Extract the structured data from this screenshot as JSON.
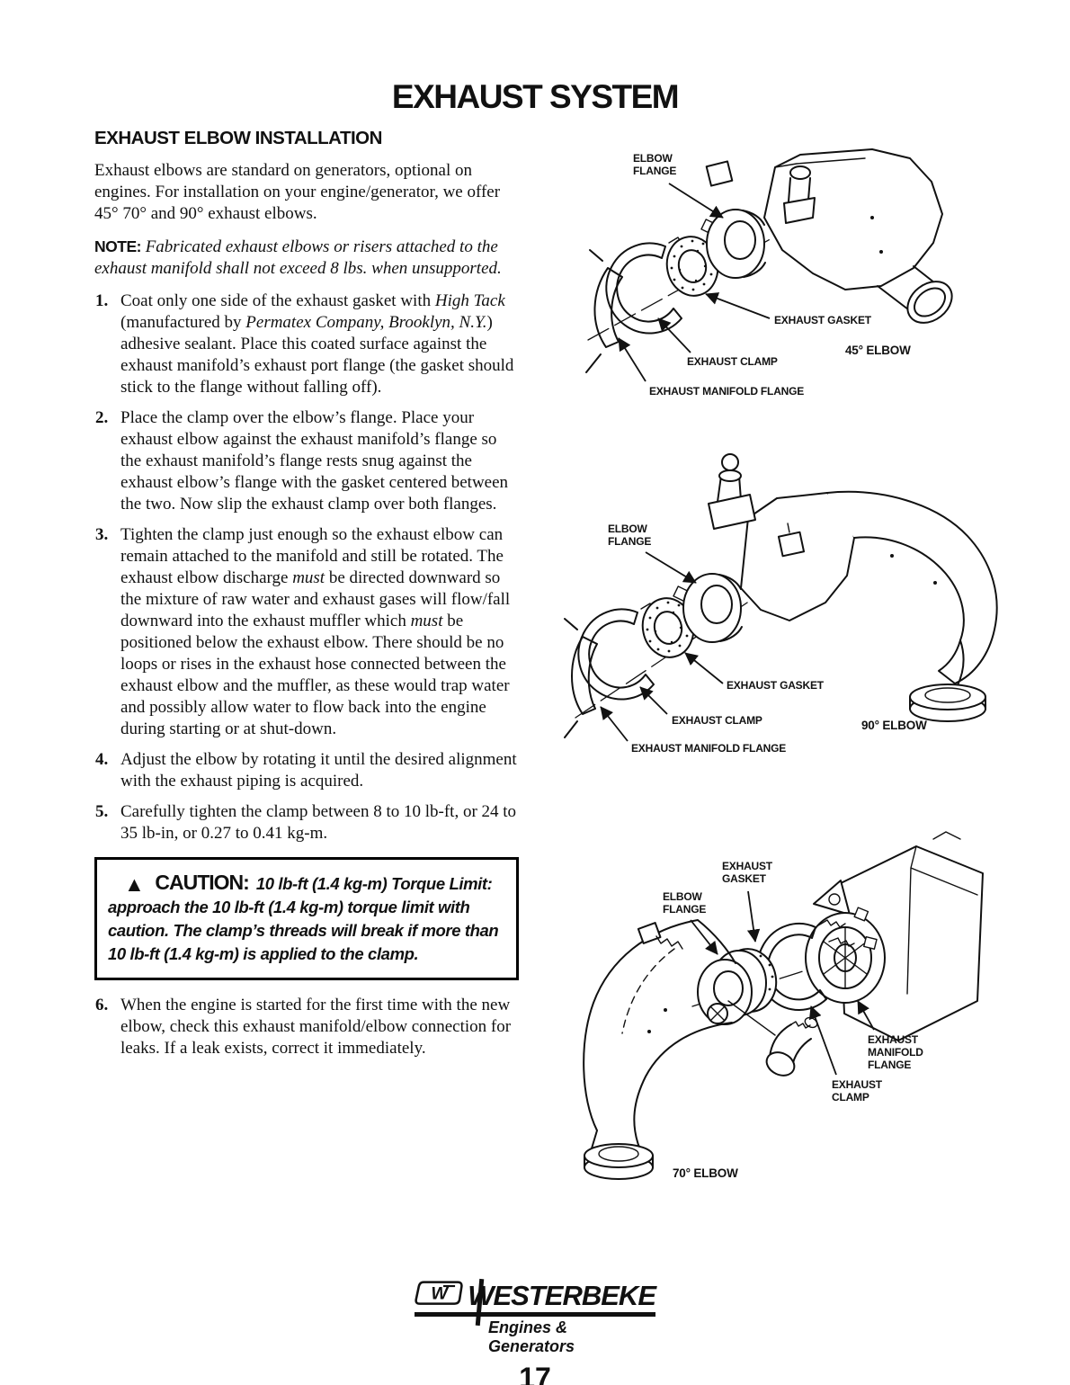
{
  "page": {
    "title": "EXHAUST SYSTEM"
  },
  "article": {
    "heading": "EXHAUST ELBOW INSTALLATION",
    "intro": "Exhaust elbows are standard on generators, optional on engines. For installation on your engine/generator, we offer 45° 70° and 90° exhaust elbows.",
    "note_label": "NOTE:",
    "note_text": "Fabricated exhaust elbows or risers attached to the exhaust manifold shall not exceed 8 lbs. when unsupported.",
    "steps": [
      {
        "num": "1.",
        "html": "Coat only one side of the exhaust gasket with <i>High Tack</i> (manufactured by <i>Permatex Company, Brooklyn, N.Y.</i>) adhesive sealant. Place this coated surface against the exhaust manifold’s exhaust port flange (the gasket should stick to the flange without falling off)."
      },
      {
        "num": "2.",
        "html": "Place the clamp over the elbow’s flange. Place your exhaust elbow against the exhaust manifold’s flange so the exhaust manifold’s flange rests snug against the exhaust elbow’s flange with the gasket centered between the two. Now slip the exhaust clamp over both flanges."
      },
      {
        "num": "3.",
        "html": "Tighten the clamp just enough so the exhaust elbow can remain attached to the manifold and still be rotated. The exhaust elbow discharge <i>must</i> be directed downward so the mixture of raw water and exhaust gases will flow/fall downward into the exhaust muffler which <i>must</i> be positioned below the exhaust elbow. There should be no loops or rises in the exhaust hose connected between the exhaust elbow and the muffler, as these would trap water and possibly allow water to flow back into the engine during starting or at shut-down."
      },
      {
        "num": "4.",
        "html": "Adjust the elbow by rotating it until the desired alignment with the exhaust piping is acquired."
      },
      {
        "num": "5.",
        "html": "Carefully tighten the clamp between 8 to 10 lb-ft, or 24 to 35 lb-in, or 0.27 to 0.41 kg-m."
      },
      {
        "num": "6.",
        "html": "When the engine is started for the first time with the new elbow, check this exhaust manifold/elbow connection for leaks. If a leak exists, correct it immediately."
      }
    ],
    "caution": {
      "label": "CAUTION:",
      "title": "10 lb-ft (1.4 kg-m) Torque Limit:",
      "body": "approach the 10 lb-ft (1.4 kg-m) torque limit with caution. The clamp’s threads will break if more than 10 lb-ft (1.4 kg-m) is applied to the clamp."
    }
  },
  "diagrams": [
    {
      "caption": "45° ELBOW",
      "labels": {
        "elbow_flange": "ELBOW\nFLANGE",
        "gasket": "EXHAUST GASKET",
        "clamp": "EXHAUST CLAMP",
        "manifold": "EXHAUST MANIFOLD FLANGE"
      }
    },
    {
      "caption": "90° ELBOW",
      "labels": {
        "elbow_flange": "ELBOW\nFLANGE",
        "gasket": "EXHAUST GASKET",
        "clamp": "EXHAUST CLAMP",
        "manifold": "EXHAUST MANIFOLD FLANGE"
      }
    },
    {
      "caption": "70° ELBOW",
      "labels": {
        "gasket": "EXHAUST\nGASKET",
        "elbow_flange": "ELBOW\nFLANGE",
        "manifold": "EXHAUST\nMANIFOLD\nFLANGE",
        "clamp": "EXHAUST\nCLAMP"
      }
    }
  ],
  "footer": {
    "emblem_letter": "W",
    "brand": "WESTERBEKE",
    "tagline": "Engines & Generators",
    "page_number": "17"
  }
}
